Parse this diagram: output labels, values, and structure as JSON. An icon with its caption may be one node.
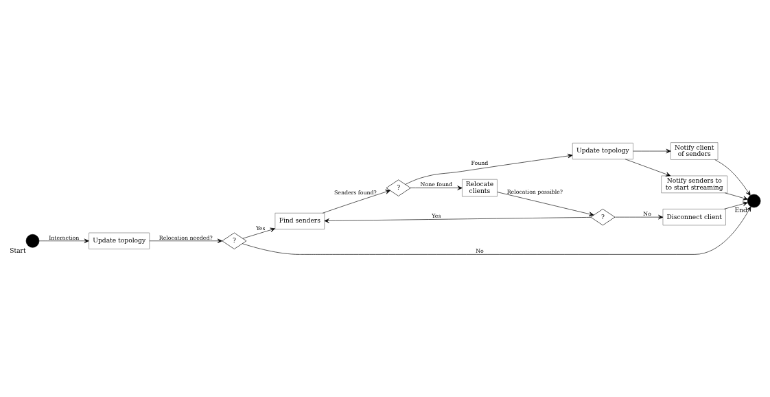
{
  "diagram": {
    "nodes": [
      {
        "text": [],
        "shape": "circle",
        "beside": [
          "Start"
        ]
      },
      {
        "text": [
          "Update topology"
        ]
      },
      {
        "text": [
          "?"
        ]
      },
      {
        "text": [
          "Find senders"
        ]
      },
      {
        "text": [
          "?"
        ]
      },
      {
        "text": [
          "Relocate clients"
        ]
      },
      {
        "text": [
          "?"
        ]
      },
      {
        "text": [
          "Disconnect client"
        ]
      },
      {
        "text": [
          "Update topology"
        ]
      },
      {
        "text": [
          "Notify client of senders"
        ]
      },
      {
        "text": [
          "Notify senders to to start streaming"
        ]
      },
      {
        "text": [],
        "shape": "circle",
        "beside": [
          "End"
        ]
      }
    ],
    "edges": [
      {
        "from": 0,
        "to": 1,
        "arrow": "to",
        "label": "Interaction"
      },
      {
        "from": 1,
        "to": 2,
        "arrow": "to",
        "label": "Relocation needed?"
      },
      {
        "from": 2,
        "to": 3,
        "arrow": "to",
        "label": "Yes"
      },
      {
        "from": 2,
        "to": 11,
        "arrow": "to",
        "label": "No"
      },
      {
        "from": 3,
        "to": 4,
        "arrow": "to",
        "label": "Senders found?"
      },
      {
        "from": 4,
        "to": 5,
        "arrow": "to",
        "label": "None found"
      },
      {
        "from": 4,
        "to": 8,
        "arrow": "to",
        "label": "Found"
      },
      {
        "from": 5,
        "to": 6,
        "arrow": "to",
        "label": "Relocation possible?"
      },
      {
        "from": 6,
        "to": 3,
        "arrow": "to",
        "label": "Yes"
      },
      {
        "from": 6,
        "to": 7,
        "arrow": "to",
        "label": "No"
      },
      {
        "from": 7,
        "to": 11,
        "arrow": "to"
      },
      {
        "from": 8,
        "to": 9,
        "arrow": "to"
      },
      {
        "from": 8,
        "to": 10,
        "arrow": "to"
      },
      {
        "from": 9,
        "to": 11,
        "arrow": "to"
      },
      {
        "from": 10,
        "to": 11,
        "arrow": "to"
      }
    ]
  }
}
